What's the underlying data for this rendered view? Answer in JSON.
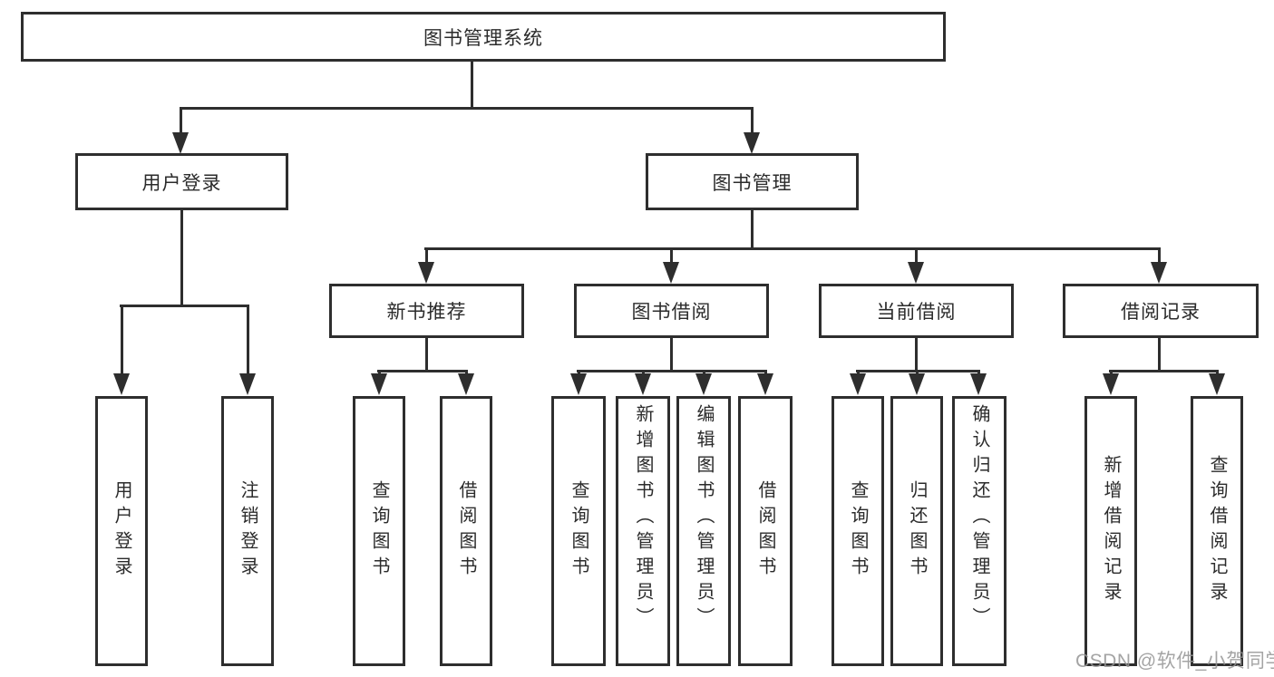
{
  "diagram": {
    "root": {
      "label": "图书管理系统"
    },
    "level2": [
      {
        "label": "用户登录",
        "children": [
          {
            "label": "用户登录"
          },
          {
            "label": "注销登录"
          }
        ]
      },
      {
        "label": "图书管理",
        "children": [
          {
            "label": "新书推荐",
            "children": [
              {
                "label": "查询图书"
              },
              {
                "label": "借阅图书"
              }
            ]
          },
          {
            "label": "图书借阅",
            "children": [
              {
                "label": "查询图书"
              },
              {
                "label": "新增图书（管理员）"
              },
              {
                "label": "编辑图书（管理员）"
              },
              {
                "label": "借阅图书"
              }
            ]
          },
          {
            "label": "当前借阅",
            "children": [
              {
                "label": "查询图书"
              },
              {
                "label": "归还图书"
              },
              {
                "label": "确认归还（管理员）"
              }
            ]
          },
          {
            "label": "借阅记录",
            "children": [
              {
                "label": "新增借阅记录"
              },
              {
                "label": "查询借阅记录"
              }
            ]
          }
        ]
      }
    ]
  },
  "watermark": {
    "text": "CSDN @软件_小贺同学"
  },
  "colors": {
    "line": "#2e2e2e",
    "text": "#2b2b2b",
    "background": "#ffffff",
    "watermark": "#949494"
  }
}
